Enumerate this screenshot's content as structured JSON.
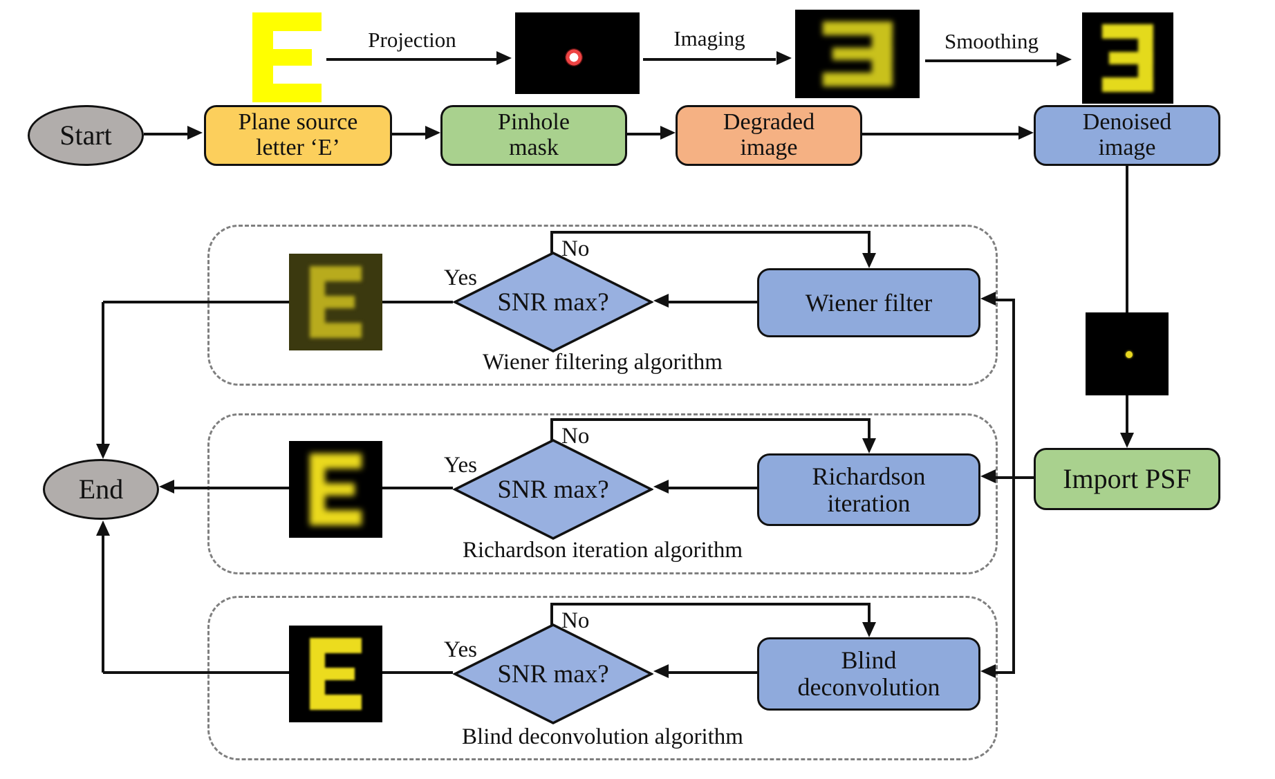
{
  "top_row": {
    "projection_label": "Projection",
    "imaging_label": "Imaging",
    "smoothing_label": "Smoothing"
  },
  "flow": {
    "start_label": "Start",
    "end_label": "End",
    "plane_source": {
      "line1": "Plane source",
      "line2": "letter ‘E’"
    },
    "pinhole_mask": {
      "line1": "Pinhole",
      "line2": "mask"
    },
    "degraded_image": {
      "line1": "Degraded",
      "line2": "image"
    },
    "denoised_image": {
      "line1": "Denoised",
      "line2": "image"
    },
    "import_psf_label": "Import PSF"
  },
  "blocks": [
    {
      "caption": "Wiener filtering algorithm",
      "decision": "SNR max?",
      "yes_label": "Yes",
      "no_label": "No",
      "processor_line1": "Wiener filter",
      "processor_line2": ""
    },
    {
      "caption": "Richardson iteration algorithm",
      "decision": "SNR max?",
      "yes_label": "Yes",
      "no_label": "No",
      "processor_line1": "Richardson",
      "processor_line2": "iteration"
    },
    {
      "caption": "Blind deconvolution algorithm",
      "decision": "SNR max?",
      "yes_label": "Yes",
      "no_label": "No",
      "processor_line1": "Blind",
      "processor_line2": "deconvolution"
    }
  ],
  "images": {
    "source_letter": "letter-E-source",
    "pinhole": "pinhole-aperture",
    "degraded": "noisy-mirrored-E",
    "denoised": "smoothed-mirrored-E",
    "psf": "psf-point-spot",
    "wiener_result": "wiener-restored-E",
    "richardson_result": "richardson-restored-E",
    "blind_result": "blind-restored-E"
  },
  "colors": {
    "start_end_fill": "#b1adab",
    "plane_source_fill": "#fccf5c",
    "green_fill": "#a9d18e",
    "orange_fill": "#f5b183",
    "blue_fill": "#8faadc",
    "diamond_fill": "#98b0e0",
    "dashed_border": "#7f7f7f",
    "line_color": "#111111",
    "letter_yellow": "#ffff00"
  }
}
